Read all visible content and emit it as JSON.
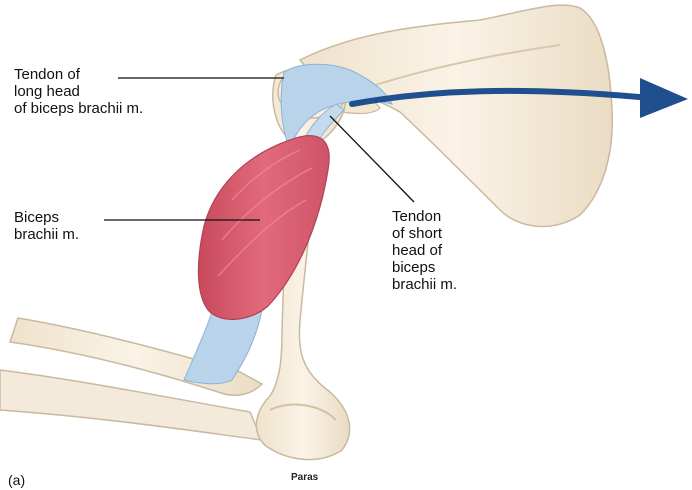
{
  "labels": {
    "long_head": [
      "Tendon of",
      "long head",
      "of biceps brachii m."
    ],
    "biceps": [
      "Biceps",
      "brachii m."
    ],
    "short_head": [
      "Tendon",
      "of short",
      "head of",
      "biceps",
      "brachii m."
    ]
  },
  "credit": "Paras",
  "panel_letter": "(a)",
  "colors": {
    "bone": "#f6ecdb",
    "bone_outline": "#c9b9a0",
    "muscle": "#dc5a6e",
    "tendon": "#b9d3ea",
    "arrow": "#1f4f8e"
  }
}
